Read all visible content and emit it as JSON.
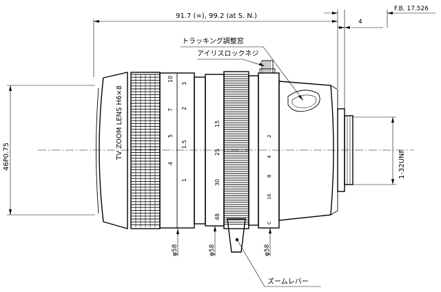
{
  "dimensions": {
    "total_length": "91.7 (∞), 99.2 (at S. N.)",
    "flange_offset": "4",
    "flange_back": "F.B. 17.526",
    "front_thread": "46P0.75",
    "mount_thread": "1-32UNF",
    "diameter_1": "φ58",
    "diameter_2": "φ58",
    "diameter_3": "φ58"
  },
  "callouts": {
    "tracking_window": "トラッキング調整窓",
    "iris_lock_screw": "アイリスロックネジ",
    "zoom_lever": "ズームレバー"
  },
  "barrel_text": {
    "model": "TV ZOOM LENS H6×8",
    "focal_scale": [
      "10",
      "7",
      "5",
      "4",
      "1"
    ],
    "focal_scale_right": [
      "3",
      "2",
      "1.5"
    ],
    "zoom_ring": [
      "15",
      "25",
      "30",
      "48"
    ],
    "aperture_scale": [
      "2",
      "4",
      "8",
      "16",
      "C"
    ]
  }
}
